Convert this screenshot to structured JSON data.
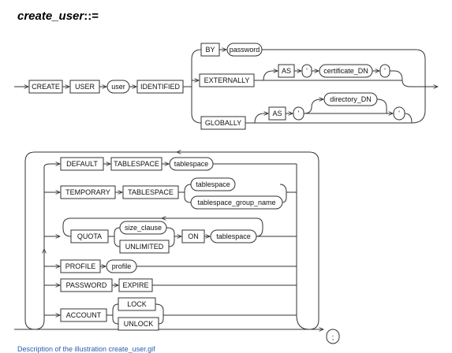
{
  "title": {
    "name": "create_user",
    "operator": "::="
  },
  "keywords": {
    "create": "CREATE",
    "user": "USER",
    "identified": "IDENTIFIED",
    "by": "BY",
    "externally": "EXTERNALLY",
    "as": "AS",
    "globally": "GLOBALLY",
    "default": "DEFAULT",
    "tablespace": "TABLESPACE",
    "temporary": "TEMPORARY",
    "quota": "QUOTA",
    "unlimited": "UNLIMITED",
    "on": "ON",
    "profile": "PROFILE",
    "password": "PASSWORD",
    "expire": "EXPIRE",
    "account": "ACCOUNT",
    "lock": "LOCK",
    "unlock": "UNLOCK"
  },
  "variables": {
    "user": "user",
    "password": "password",
    "certificate_dn": "certificate_DN",
    "directory_dn": "directory_DN",
    "tablespace": "tablespace",
    "tablespace_group_name": "tablespace_group_name",
    "size_clause": "size_clause",
    "profile": "profile"
  },
  "symbols": {
    "quote": "'",
    "semicolon": ";"
  },
  "footer": "Description of the illustration create_user.gif"
}
